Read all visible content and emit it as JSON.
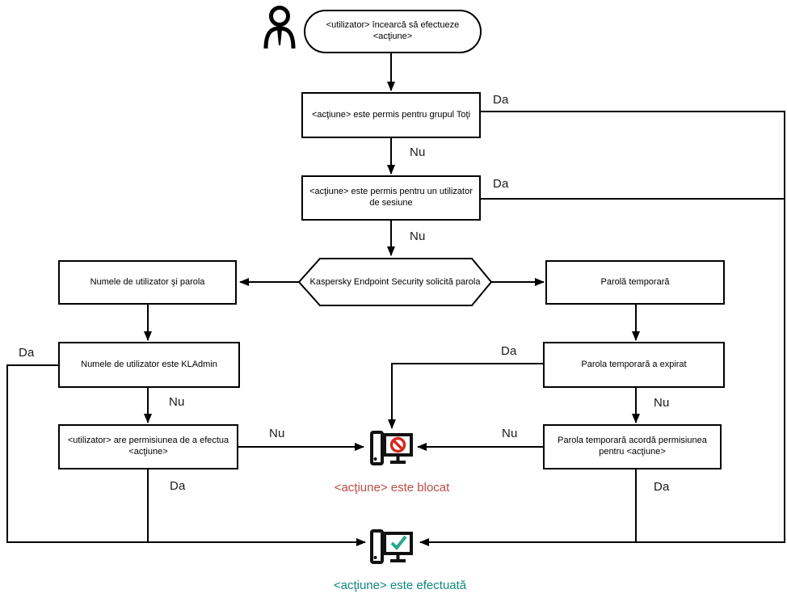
{
  "diagram": {
    "kind": "flowchart",
    "product": "Kaspersky Endpoint Security",
    "nodes": {
      "start": "<utilizator> încearcă să efectueze <acţiune>",
      "allowed_group": "<acţiune> este permis pentru grupul Toţi",
      "allowed_session": "<acţiune> este permis pentru un utilizator de sesiune",
      "kes_prompt": "Kaspersky Endpoint Security solicită parola",
      "credentials": "Numele de utilizator şi parola",
      "temp_password": "Parolă temporară",
      "is_kladmin": "Numele de utilizator este KLAdmin",
      "user_has_permission": "<utilizator> are permisiunea de a efectua <acţiune>",
      "temp_expired": "Parola temporară a expirat",
      "temp_grants": "Parola temporară acordă permisiunea pentru <acţiune>",
      "blocked_caption": "<acţiune> este blocat",
      "performed_caption": "<acţiune> este efectuată"
    },
    "labels": {
      "yes": "Da",
      "no": "Nu"
    },
    "icons": [
      "user-icon",
      "computer-blocked-icon",
      "computer-ok-icon"
    ],
    "colors": {
      "line": "#000000",
      "blocked_text": "#b94b45",
      "performed_text": "#11887b",
      "prohibition_sign": "#d42a1c",
      "check_mark": "#29a78c"
    }
  }
}
